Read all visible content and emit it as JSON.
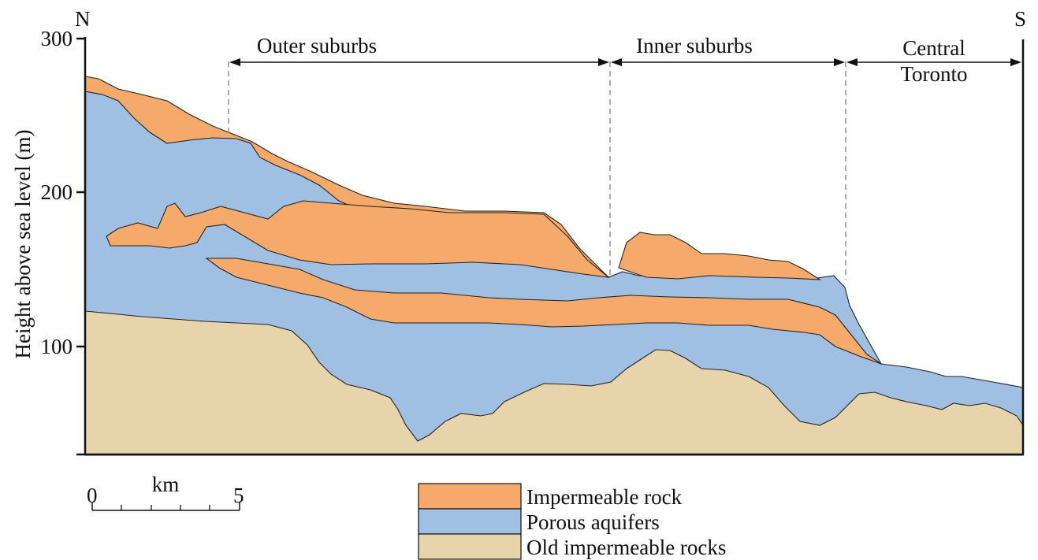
{
  "compass": {
    "north": "N",
    "south": "S"
  },
  "axis": {
    "ylabel": "Height above sea level (m)",
    "ticks": [
      "300",
      "200",
      "100"
    ]
  },
  "zones": {
    "outer": "Outer suburbs",
    "inner": "Inner suburbs",
    "central_line1": "Central",
    "central_line2": "Toronto"
  },
  "scale_bar": {
    "start": "0",
    "unit": "km",
    "end": "5"
  },
  "legend": [
    {
      "key": "impermeable",
      "label": "Impermeable rock",
      "color": "#f5a96b"
    },
    {
      "key": "porous",
      "label": "Porous aquifers",
      "color": "#9fbfe3"
    },
    {
      "key": "old",
      "label": "Old impermeable rocks",
      "color": "#e8d4ab"
    }
  ]
}
